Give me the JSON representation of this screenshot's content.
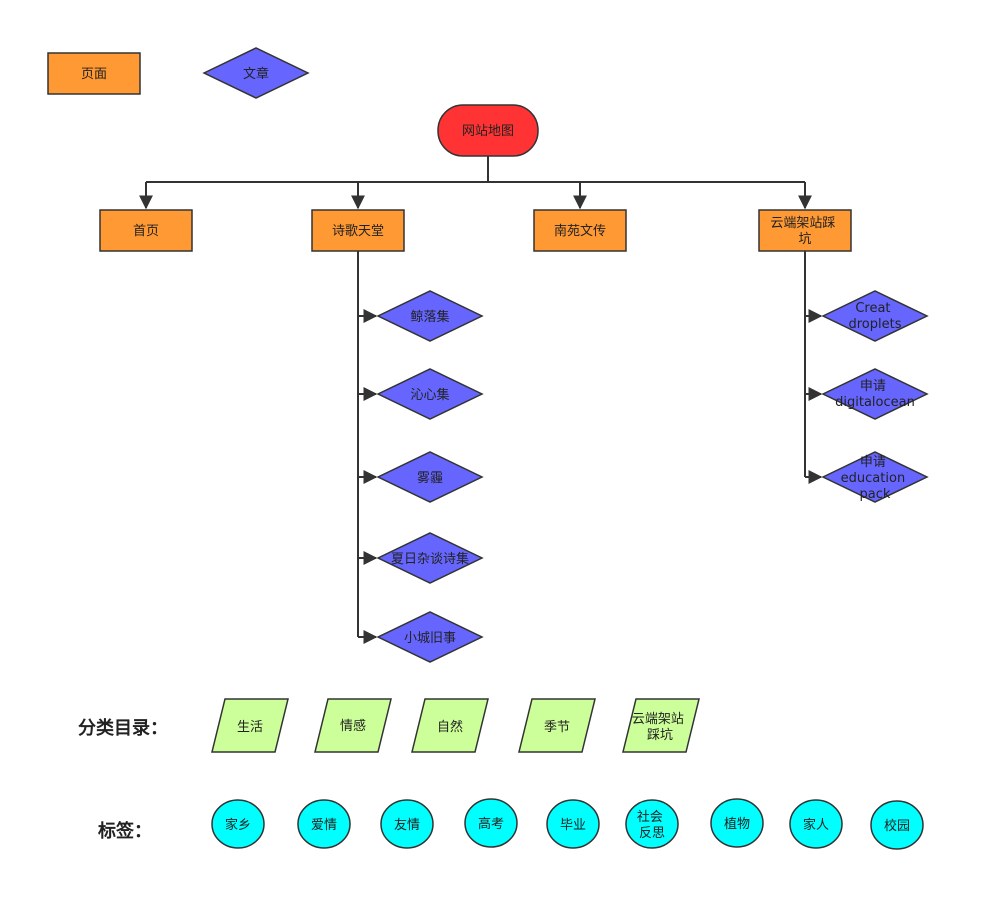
{
  "legend": {
    "page": "页面",
    "article": "文章"
  },
  "root": "网站地图",
  "pages": {
    "home": "首页",
    "poetry": "诗歌天堂",
    "nanyuan": "南苑文传",
    "cloud": [
      "云端架站踩",
      "坑"
    ]
  },
  "poetry_articles": {
    "jingluo": "鲸落集",
    "qinxin": "沁心集",
    "wumai": "雾霾",
    "xiari": "夏日杂谈诗集",
    "xiaocheng": "小城旧事"
  },
  "cloud_articles": {
    "creat": [
      "Creat",
      "droplets"
    ],
    "shenqing_do": [
      "申请",
      "digitalocean"
    ],
    "shenqing_edu": [
      "申请",
      "education",
      "pack"
    ]
  },
  "categories": {
    "label": "分类目录：",
    "items": {
      "life": "生活",
      "love": "情感",
      "nature": "自然",
      "season": "季节",
      "cloud": [
        "云端架站",
        "踩坑"
      ]
    }
  },
  "tags": {
    "label": "标签：",
    "items": {
      "hometown": "家乡",
      "love": "爱情",
      "friendship": "友情",
      "gaokao": "高考",
      "graduation": "毕业",
      "society": [
        "社会",
        "反思"
      ],
      "plants": "植物",
      "family": "家人",
      "campus": "校园"
    }
  },
  "colors": {
    "page_fill": "#FF9933",
    "article_fill": "#6666FF",
    "root_fill": "#FF3333",
    "category_fill": "#CCFF99",
    "tag_fill": "#00FFFF",
    "stroke": "#333333"
  }
}
